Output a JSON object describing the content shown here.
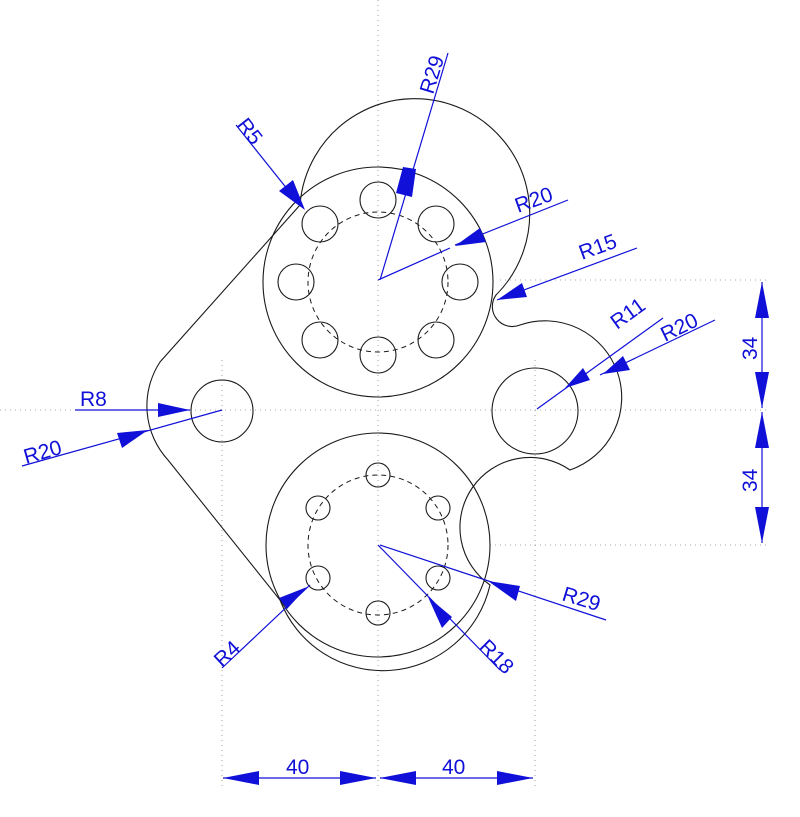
{
  "colors": {
    "dimension": "#1010d8",
    "geometry": "#1a1a1a",
    "centerline": "#8a8a8a"
  },
  "labels": {
    "r5": "R5",
    "r29_top": "R29",
    "r20_upper": "R20",
    "r15": "R15",
    "r11": "R11",
    "r20_right": "R20",
    "r8": "R8",
    "r20_left": "R20",
    "r4": "R4",
    "r18": "R18",
    "r29_bottom": "R29",
    "dim_34_top": "34",
    "dim_34_bottom": "34",
    "dim_40_left": "40",
    "dim_40_right": "40"
  }
}
